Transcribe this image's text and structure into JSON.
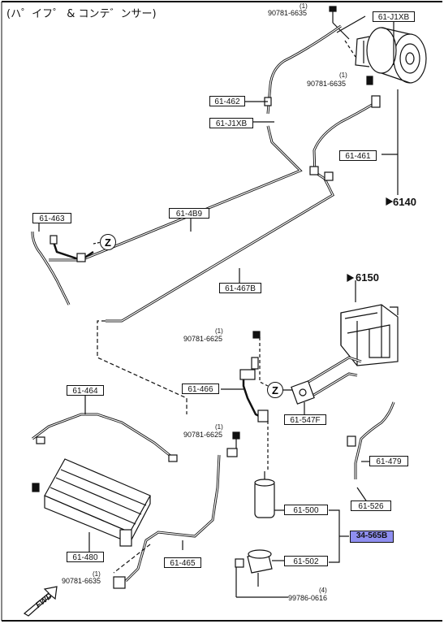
{
  "title": "(ハ゜イフ゜ & コンテ゛ンサー)",
  "labels": {
    "l_61_j1xb_top": "61-J1XB",
    "l_61_462": "61-462",
    "l_61_j1xb": "61-J1XB",
    "l_61_461": "61-461",
    "l_61_4b9": "61-4B9",
    "l_61_463": "61-463",
    "l_61_467b": "61-467B",
    "l_61_466": "61-466",
    "l_61_547f": "61-547F",
    "l_61_464": "61-464",
    "l_61_479": "61-479",
    "l_61_526": "61-526",
    "l_61_500": "61-500",
    "l_34_565b": "34-565B",
    "l_61_502": "61-502",
    "l_61_480": "61-480",
    "l_61_465": "61-465"
  },
  "part_numbers": {
    "pn1": "90781-6635",
    "pn2": "90781-6635",
    "pn3": "90781-6625",
    "pn4": "90781-6625",
    "pn5": "90781-6635",
    "pn6": "99786-0616"
  },
  "quantities": {
    "q1": "(1)",
    "q2": "(1)",
    "q3": "(1)",
    "q4": "(1)",
    "q5": "(1)",
    "q6": "(4)"
  },
  "refs": {
    "r6140": "6140",
    "r6150": "6150",
    "z1": "Z",
    "z2": "Z",
    "fwd": "FWD"
  }
}
